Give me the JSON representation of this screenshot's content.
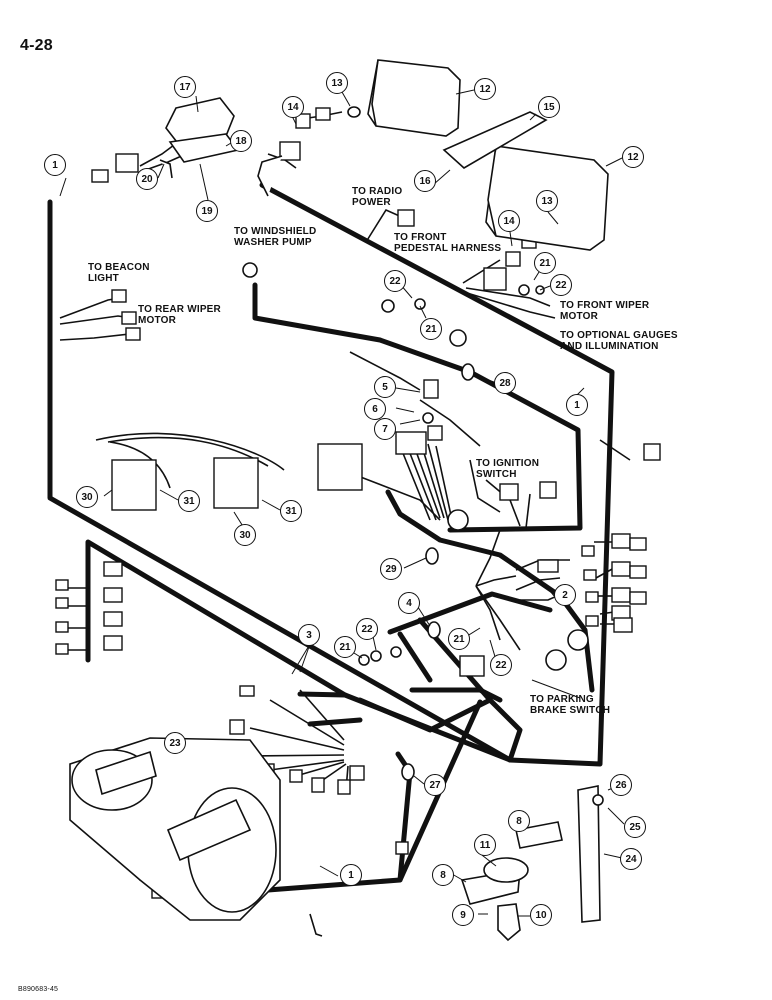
{
  "page_number": "4-28",
  "figure_code": "B890683-45",
  "labels": {
    "radio_power": [
      "TO RADIO",
      "POWER"
    ],
    "washer_pump": [
      "TO WINDSHIELD",
      "WASHER PUMP"
    ],
    "front_pedestal": [
      "TO FRONT",
      "PEDESTAL HARNESS"
    ],
    "beacon_light": [
      "TO BEACON",
      "LIGHT"
    ],
    "rear_wiper": [
      "TO REAR WIPER",
      "MOTOR"
    ],
    "front_wiper": [
      "TO FRONT WIPER",
      "MOTOR"
    ],
    "optional_gauges": [
      "TO OPTIONAL GAUGES",
      "AND ILLUMINATION"
    ],
    "ignition_switch": [
      "TO IGNITION",
      "SWITCH"
    ],
    "parking_brake": [
      "TO PARKING",
      "BRAKE SWITCH"
    ]
  },
  "callouts": [
    "1",
    "17",
    "13",
    "14",
    "12",
    "15",
    "18",
    "20",
    "19",
    "16",
    "12",
    "13",
    "14",
    "21",
    "22",
    "22",
    "21",
    "28",
    "5",
    "6",
    "7",
    "1",
    "30",
    "31",
    "31",
    "30",
    "29",
    "4",
    "2",
    "3",
    "21",
    "22",
    "21",
    "22",
    "23",
    "27",
    "1",
    "26",
    "25",
    "24",
    "8",
    "11",
    "8",
    "9",
    "10"
  ]
}
